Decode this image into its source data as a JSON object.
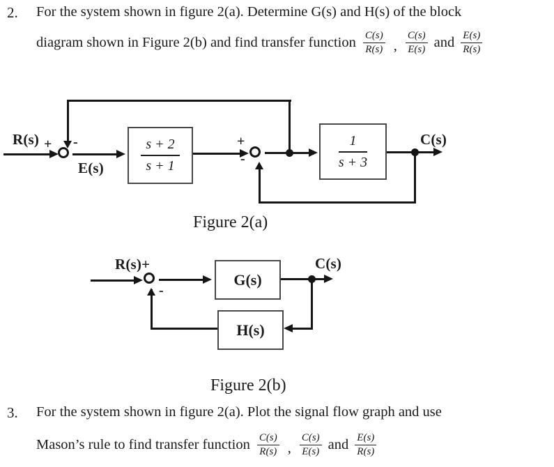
{
  "problem2": {
    "number": "2.",
    "line1": "For the system shown in figure 2(a). Determine G(s) and H(s) of the block",
    "line2_prefix": "diagram shown in Figure 2(b) and find transfer function"
  },
  "problem3": {
    "number": "3.",
    "line1": "For the system shown in figure 2(a). Plot the signal flow graph and use",
    "line2_prefix": "Mason’s rule to find transfer function"
  },
  "connectors": {
    "comma": ",",
    "and": "and"
  },
  "fractions": {
    "c_over_r": {
      "num": "C(s)",
      "den": "R(s)"
    },
    "c_over_e": {
      "num": "C(s)",
      "den": "E(s)"
    },
    "e_over_r": {
      "num": "E(s)",
      "den": "R(s)"
    }
  },
  "figure_a": {
    "caption": "Figure 2(a)",
    "labels": {
      "input": "R(s)",
      "error": "E(s)",
      "output": "C(s)"
    },
    "signs": {
      "sum1_plus": "+",
      "sum1_minus": "-",
      "sum2_plus": "+",
      "sum2_minus": "-"
    },
    "block1": {
      "num": "s + 2",
      "den": "s + 1"
    },
    "block2": {
      "num": "1",
      "den": "s + 3"
    }
  },
  "figure_b": {
    "caption": "Figure 2(b)",
    "labels": {
      "input": "R(s)+",
      "output": "C(s)",
      "minus": "-"
    },
    "forward_block": "G(s)",
    "feedback_block": "H(s)"
  },
  "ink": "#151515",
  "background": "#ffffff"
}
